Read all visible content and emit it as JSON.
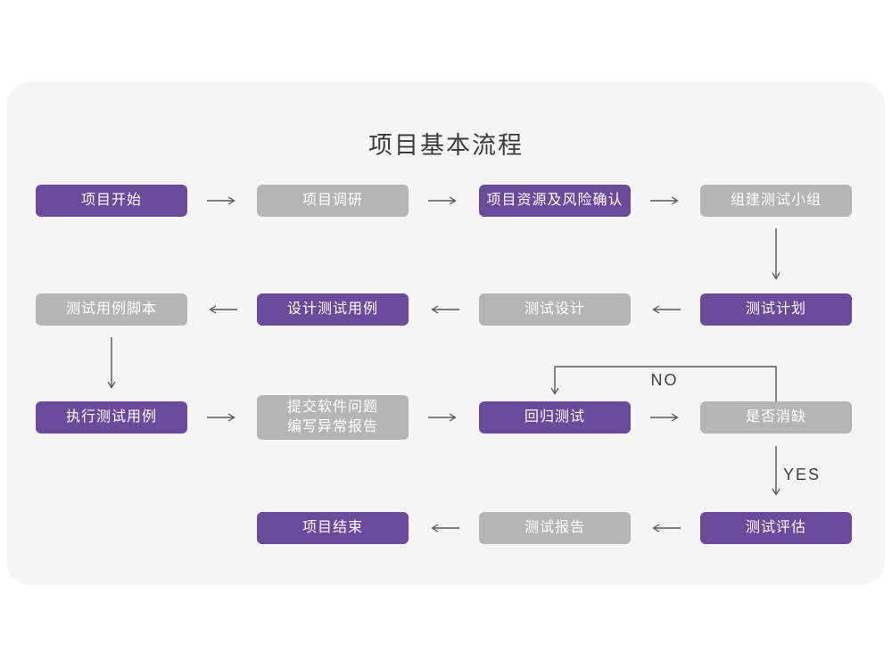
{
  "title": "项目基本流程",
  "labels": {
    "no": "NO",
    "yes": "YES"
  },
  "colors": {
    "primary": "#6b4a9c",
    "secondary": "#b5b5b6",
    "node_text": "#ffffff",
    "line": "#55565a",
    "label_text": "#3d3e42",
    "title_text": "#3b3b3c",
    "card_bg": "#f5f5f6",
    "page_bg": "#ffffff"
  },
  "nodes": [
    {
      "id": "project-start",
      "label": "项目开始",
      "type": "primary"
    },
    {
      "id": "project-survey",
      "label": "项目调研",
      "type": "secondary"
    },
    {
      "id": "resource-risk-confirm",
      "label": "项目资源及风险确认",
      "type": "primary"
    },
    {
      "id": "build-test-team",
      "label": "组建测试小组",
      "type": "secondary"
    },
    {
      "id": "test-case-script",
      "label": "测试用例脚本",
      "type": "secondary"
    },
    {
      "id": "design-test-case",
      "label": "设计测试用例",
      "type": "primary"
    },
    {
      "id": "test-design",
      "label": "测试设计",
      "type": "secondary"
    },
    {
      "id": "test-plan",
      "label": "测试计划",
      "type": "primary"
    },
    {
      "id": "execute-test-case",
      "label": "执行测试用例",
      "type": "primary"
    },
    {
      "id": "submit-issue-report",
      "label": "提交软件问题\n编写异常报告",
      "type": "secondary"
    },
    {
      "id": "regression-test",
      "label": "回归测试",
      "type": "primary"
    },
    {
      "id": "defect-cleared-check",
      "label": "是否消缺",
      "type": "secondary"
    },
    {
      "id": "project-end",
      "label": "项目结束",
      "type": "primary"
    },
    {
      "id": "test-report",
      "label": "测试报告",
      "type": "secondary"
    },
    {
      "id": "test-evaluation",
      "label": "测试评估",
      "type": "primary"
    }
  ]
}
